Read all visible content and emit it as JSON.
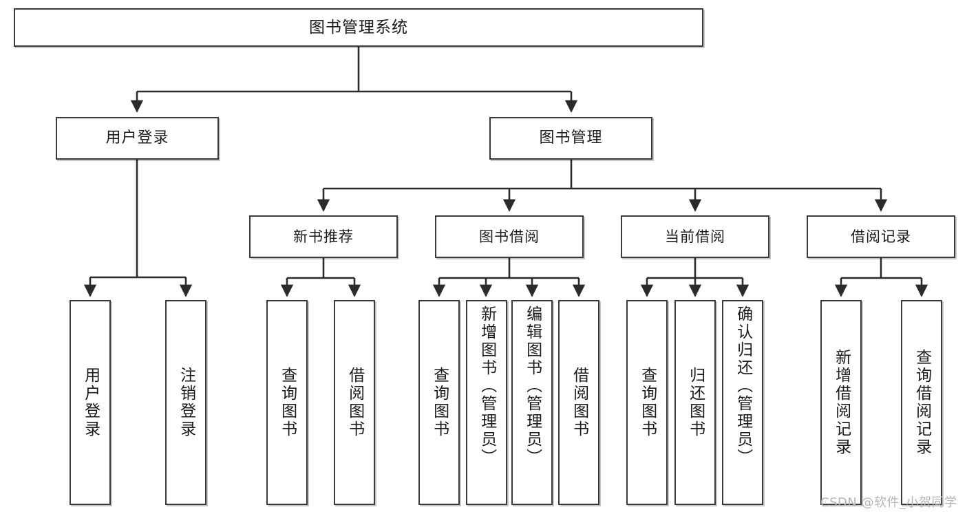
{
  "diagram": {
    "title": "图书管理系统",
    "type": "tree-hierarchy",
    "watermark": "CSDN @软件_小贺同学",
    "colors": {
      "background": "#ffffff",
      "box_border": "#3a3a3a",
      "box_fill": "#ffffff",
      "text": "#1b1b1b",
      "connector": "#2b2b2b",
      "watermark": "#b6b6b6"
    },
    "root": {
      "label": "图书管理系统"
    },
    "level2": [
      {
        "label": "用户登录"
      },
      {
        "label": "图书管理"
      }
    ],
    "level3": [
      {
        "label": "新书推荐"
      },
      {
        "label": "图书借阅"
      },
      {
        "label": "当前借阅"
      },
      {
        "label": "借阅记录"
      }
    ],
    "leaves": {
      "user_login": [
        {
          "label": "用户登录"
        },
        {
          "label": "注销登录"
        }
      ],
      "new_book_recommend": [
        {
          "label": "查询图书"
        },
        {
          "label": "借阅图书"
        }
      ],
      "book_borrow": [
        {
          "label": "查询图书"
        },
        {
          "label": "新增图书（管理员）"
        },
        {
          "label": "编辑图书（管理员）"
        },
        {
          "label": "借阅图书"
        }
      ],
      "current_borrow": [
        {
          "label": "查询图书"
        },
        {
          "label": "归还图书"
        },
        {
          "label": "确认归还（管理员）"
        }
      ],
      "borrow_records": [
        {
          "label": "新增借阅记录"
        },
        {
          "label": "查询借阅记录"
        }
      ]
    }
  }
}
